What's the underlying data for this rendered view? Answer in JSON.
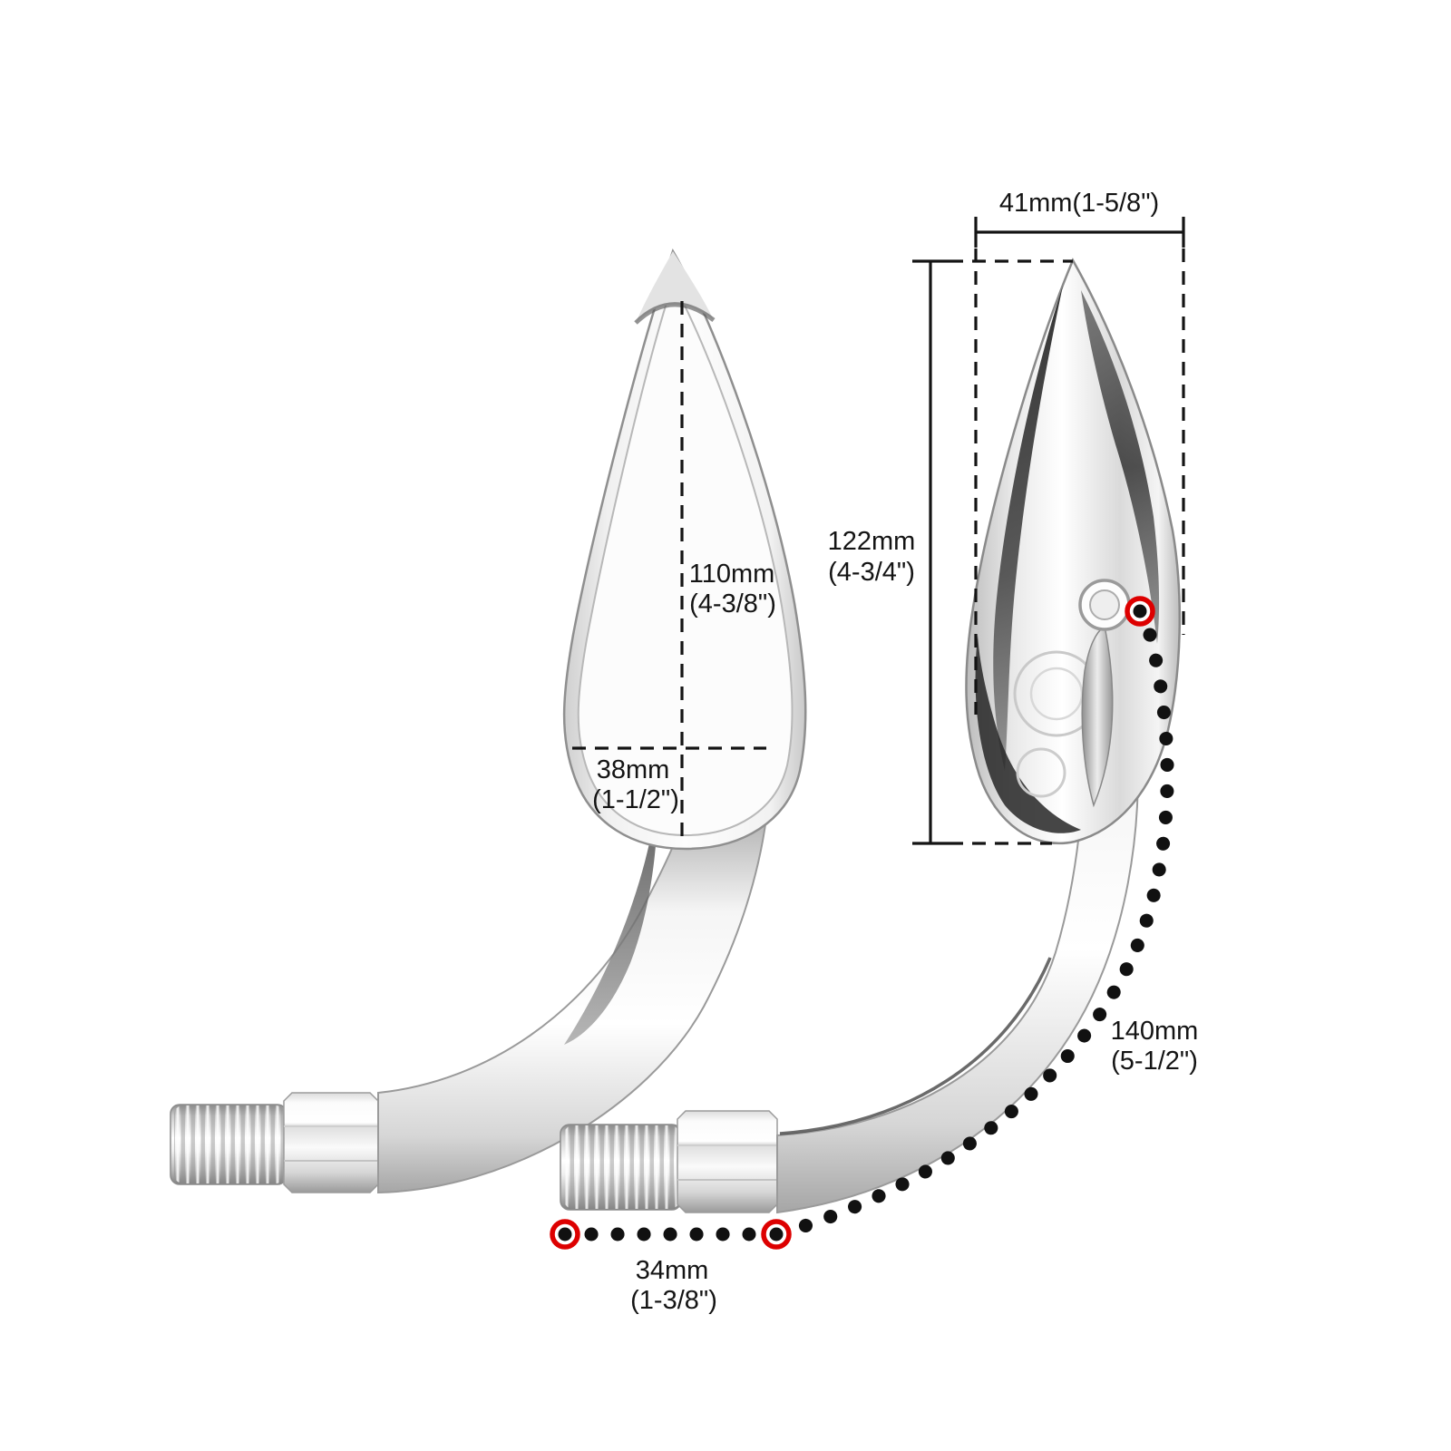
{
  "title": "Teardrop motorcycle mirror dimension diagram",
  "colors": {
    "background": "#ffffff",
    "dimension_line": "#141414",
    "marker_ring_red": "#dd0000",
    "marker_dot_black": "#111111",
    "chrome_light": "#ffffff",
    "chrome_mid": "#cfcfcf",
    "chrome_dark": "#2a2a2a"
  },
  "dimensions": {
    "top_width": {
      "label": "41mm(1-5/8\")"
    },
    "side_height": {
      "mm": "122mm",
      "inch": "(4-3/4\")"
    },
    "mirror_height": {
      "mm": "110mm",
      "inch": "(4-3/8\")"
    },
    "mirror_width": {
      "mm": "38mm",
      "inch": "(1-1/2\")"
    },
    "stem_arc": {
      "mm": "140mm",
      "inch": "(5-1/2\")"
    },
    "bolt_span": {
      "mm": "34mm",
      "inch": "(1-3/8\")"
    }
  },
  "markers": {
    "bullseye_count": 3,
    "style": "red ring with black center dot"
  }
}
